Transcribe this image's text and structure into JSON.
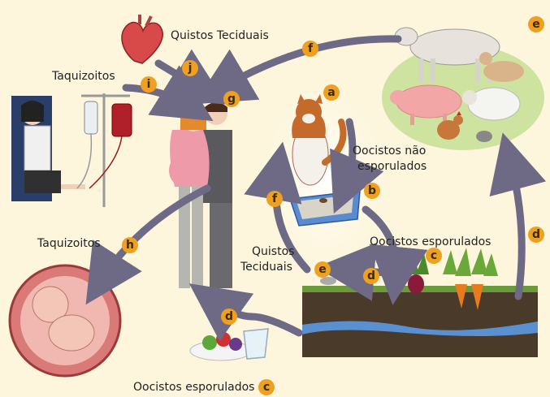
{
  "labels": {
    "tissue_cysts_top": "Quistos Teciduais",
    "tachyzoites_top": "Taquizoitos",
    "tachyzoites_left": "Taquizoitos",
    "unsporulated_oocysts_line1": "Oocistos não",
    "unsporulated_oocysts_line2": "esporulados",
    "sporulated_oocysts_right": "Oocistos esporulados",
    "tissue_cysts_mid_line1": "Quistos",
    "tissue_cysts_mid_line2": "Teciduais",
    "sporulated_oocysts_bottom": "Oocistos esporulados"
  },
  "badges": {
    "a": "a",
    "b": "b",
    "c_right": "c",
    "c_bottom": "c",
    "d_right": "d",
    "d_mid": "d",
    "d_bottom": "d",
    "e_top": "e",
    "e_mid": "e",
    "f_top": "f",
    "f_mid": "f",
    "g": "g",
    "h": "h",
    "i": "i",
    "j": "j"
  },
  "colors": {
    "background": "#fdf6dc",
    "badge": "#f0a020",
    "arrow": "#6e6a86",
    "grass": "#cfe3a0",
    "soil": "#4a3a2a",
    "water": "#5a8fd0"
  }
}
